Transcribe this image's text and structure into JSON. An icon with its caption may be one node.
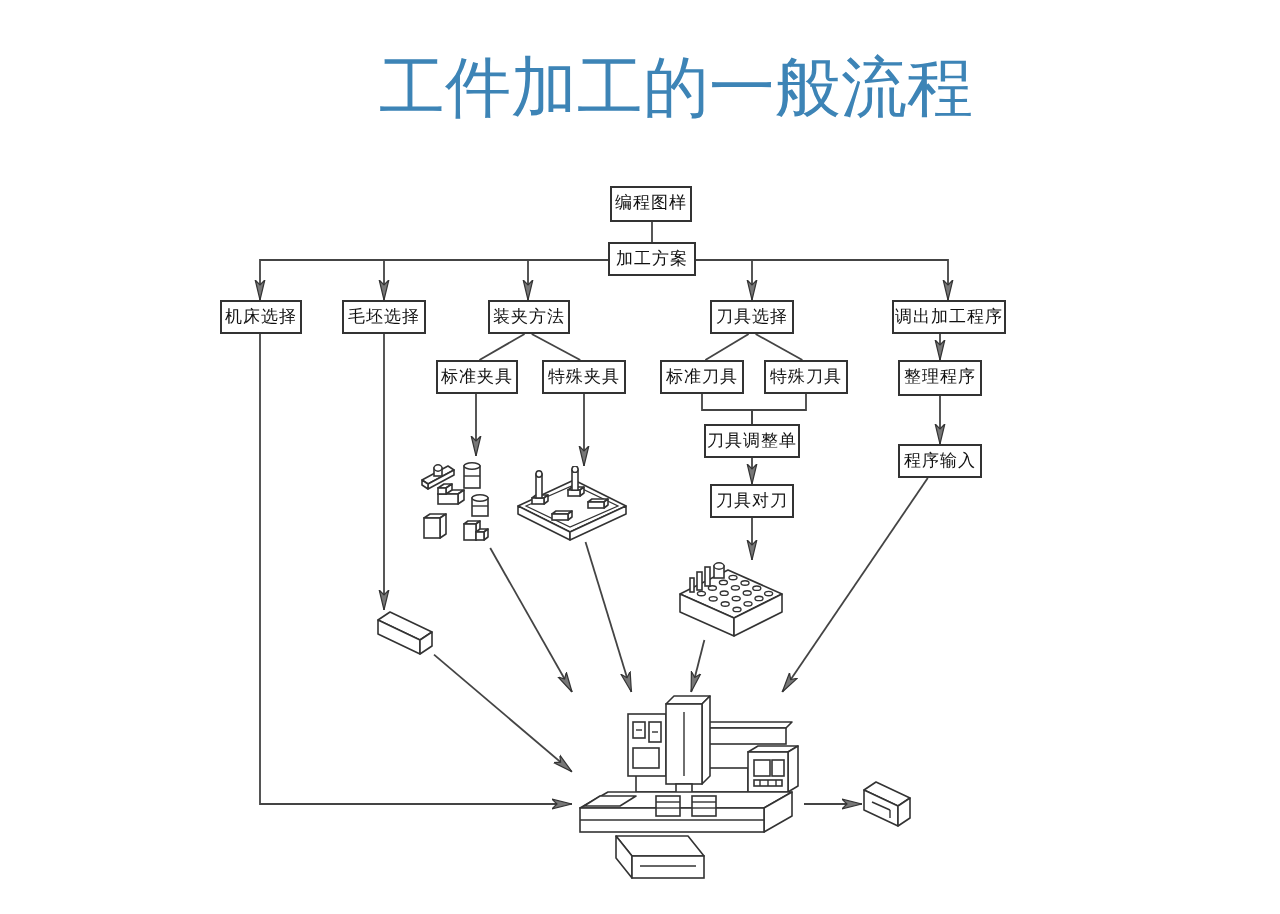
{
  "diagram": {
    "title": "工件加工的一般流程",
    "nodes": [
      {
        "text": [
          "编程图样"
        ]
      },
      {
        "text": [
          "加工方案"
        ]
      },
      {
        "text": [
          "机床选择"
        ]
      },
      {
        "text": [
          "毛坯选择"
        ]
      },
      {
        "text": [
          "装夹方法"
        ]
      },
      {
        "text": [
          "刀具选择"
        ]
      },
      {
        "text": [
          "调出加工程序"
        ]
      },
      {
        "text": [
          "标准夹具"
        ]
      },
      {
        "text": [
          "特殊夹具"
        ]
      },
      {
        "text": [
          "标准刀具"
        ]
      },
      {
        "text": [
          "特殊刀具"
        ]
      },
      {
        "text": [
          "整理程序"
        ]
      },
      {
        "text": [
          "刀具调整单"
        ]
      },
      {
        "text": [
          "程序输入"
        ]
      },
      {
        "text": [
          "刀具对刀"
        ]
      },
      {
        "text": [],
        "shape": "picture"
      },
      {
        "text": [],
        "shape": "picture"
      },
      {
        "text": [],
        "shape": "picture"
      },
      {
        "text": [],
        "shape": "picture"
      },
      {
        "text": [],
        "shape": "picture"
      },
      {
        "text": [],
        "shape": "picture"
      }
    ],
    "edges": [
      {
        "from": 0,
        "to": 1,
        "arrow": "none"
      },
      {
        "from": 1,
        "to": 2,
        "arrow": "to"
      },
      {
        "from": 1,
        "to": 3,
        "arrow": "to"
      },
      {
        "from": 1,
        "to": 4,
        "arrow": "to"
      },
      {
        "from": 1,
        "to": 5,
        "arrow": "to"
      },
      {
        "from": 1,
        "to": 6,
        "arrow": "to"
      },
      {
        "from": 4,
        "to": 7,
        "arrow": "none"
      },
      {
        "from": 4,
        "to": 8,
        "arrow": "none"
      },
      {
        "from": 5,
        "to": 9,
        "arrow": "none"
      },
      {
        "from": 5,
        "to": 10,
        "arrow": "none"
      },
      {
        "from": 6,
        "to": 11,
        "arrow": "to"
      },
      {
        "from": 7,
        "to": 15,
        "arrow": "to"
      },
      {
        "from": 8,
        "to": 16,
        "arrow": "to"
      },
      {
        "from": 9,
        "to": 12,
        "arrow": "none"
      },
      {
        "from": 10,
        "to": 12,
        "arrow": "none"
      },
      {
        "from": 11,
        "to": 13,
        "arrow": "to"
      },
      {
        "from": 12,
        "to": 14,
        "arrow": "to"
      },
      {
        "from": 14,
        "to": 17,
        "arrow": "to"
      },
      {
        "from": 3,
        "to": 18,
        "arrow": "to"
      },
      {
        "from": 2,
        "to": 19,
        "arrow": "to"
      },
      {
        "from": 18,
        "to": 19,
        "arrow": "to"
      },
      {
        "from": 15,
        "to": 19,
        "arrow": "to"
      },
      {
        "from": 16,
        "to": 19,
        "arrow": "to"
      },
      {
        "from": 17,
        "to": 19,
        "arrow": "to"
      },
      {
        "from": 13,
        "to": 19,
        "arrow": "to"
      },
      {
        "from": 19,
        "to": 20,
        "arrow": "to"
      }
    ]
  }
}
